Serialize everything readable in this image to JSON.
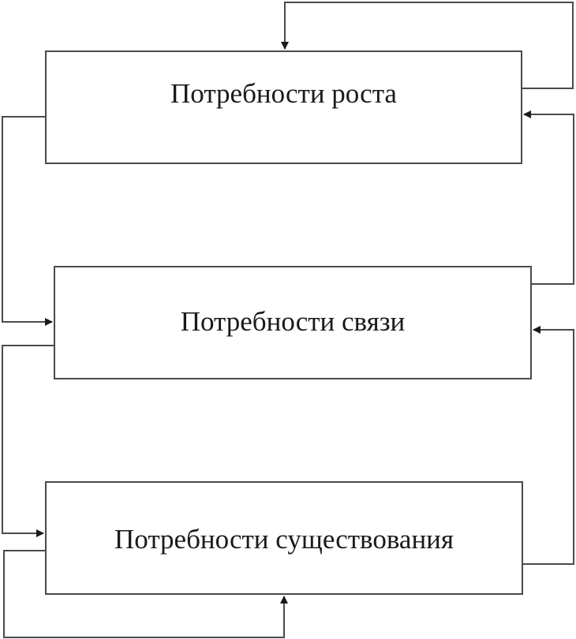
{
  "diagram": {
    "nodes": [
      {
        "id": "growth",
        "label": "Потребности роста"
      },
      {
        "id": "relatedness",
        "label": "Потребности связи"
      },
      {
        "id": "existence",
        "label": "Потребности существования"
      }
    ],
    "edges": [
      {
        "from": "growth",
        "to": "growth",
        "type": "self-loop"
      },
      {
        "from": "growth",
        "to": "relatedness"
      },
      {
        "from": "relatedness",
        "to": "growth"
      },
      {
        "from": "relatedness",
        "to": "existence"
      },
      {
        "from": "existence",
        "to": "relatedness"
      },
      {
        "from": "existence",
        "to": "existence",
        "type": "self-loop"
      }
    ],
    "line_color": "#4a4a4a"
  }
}
